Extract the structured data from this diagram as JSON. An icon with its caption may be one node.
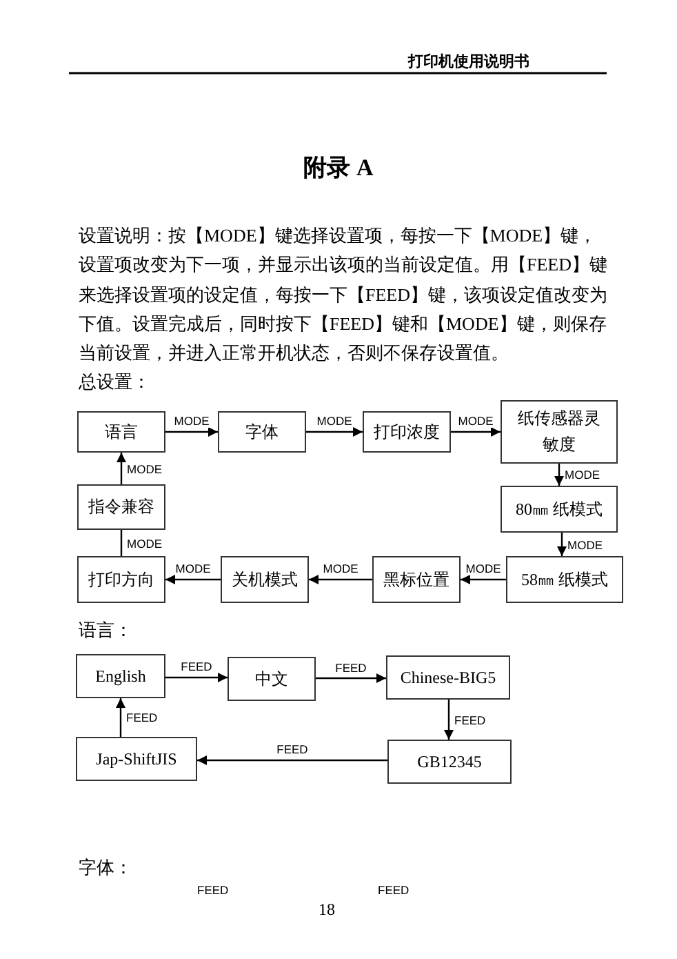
{
  "diagram": {
    "title": "附录 A",
    "nodes": [
      {
        "text": [
          "语言"
        ]
      },
      {
        "text": [
          "字体"
        ]
      },
      {
        "text": [
          "打印浓度"
        ]
      },
      {
        "text": [
          "纸传感器灵敏度"
        ]
      },
      {
        "text": [
          "80㎜ 纸模式"
        ]
      },
      {
        "text": [
          "58㎜ 纸模式"
        ]
      },
      {
        "text": [
          "黑标位置"
        ]
      },
      {
        "text": [
          "关机模式"
        ]
      },
      {
        "text": [
          "打印方向"
        ]
      },
      {
        "text": [
          "指令兼容"
        ]
      },
      {
        "text": [
          "English"
        ]
      },
      {
        "text": [
          "中文"
        ]
      },
      {
        "text": [
          "Chinese-BIG5"
        ]
      },
      {
        "text": [
          "GB12345"
        ]
      },
      {
        "text": [
          "Jap-ShiftJIS"
        ]
      }
    ],
    "edges": [
      {
        "from": 0,
        "to": 1,
        "arrow": "to",
        "label": "MODE"
      },
      {
        "from": 1,
        "to": 2,
        "arrow": "to",
        "label": "MODE"
      },
      {
        "from": 2,
        "to": 3,
        "arrow": "to",
        "label": "MODE"
      },
      {
        "from": 3,
        "to": 4,
        "arrow": "to",
        "label": "MODE"
      },
      {
        "from": 4,
        "to": 5,
        "arrow": "to",
        "label": "MODE"
      },
      {
        "from": 5,
        "to": 6,
        "arrow": "to",
        "label": "MODE"
      },
      {
        "from": 6,
        "to": 7,
        "arrow": "to",
        "label": "MODE"
      },
      {
        "from": 7,
        "to": 8,
        "arrow": "to",
        "label": "MODE"
      },
      {
        "from": 8,
        "to": 9,
        "arrow": "none",
        "label": "MODE"
      },
      {
        "from": 9,
        "to": 0,
        "arrow": "to",
        "label": "MODE"
      },
      {
        "from": 10,
        "to": 11,
        "arrow": "to",
        "label": "FEED"
      },
      {
        "from": 11,
        "to": 12,
        "arrow": "to",
        "label": "FEED"
      },
      {
        "from": 12,
        "to": 13,
        "arrow": "to",
        "label": "FEED"
      },
      {
        "from": 13,
        "to": 14,
        "arrow": "to",
        "label": "FEED"
      },
      {
        "from": 14,
        "to": 10,
        "arrow": "to",
        "label": "FEED"
      }
    ],
    "labels": [
      "打印机使用说明书",
      "设置说明：按【MODE】键选择设置项，每按一下【MODE】键，设置项改变为下一项，并显示出该项的当前设定值。用【FEED】键来选择设置项的设定值，每按一下【FEED】键，该项设定值改变为下值。设置完成后，同时按下【FEED】键和【MODE】键，则保存当前设置，并进入正常开机状态，否则不保存设置值。",
      "总设置：",
      "语言：",
      "字体：",
      "FEED",
      "FEED",
      "18"
    ]
  }
}
